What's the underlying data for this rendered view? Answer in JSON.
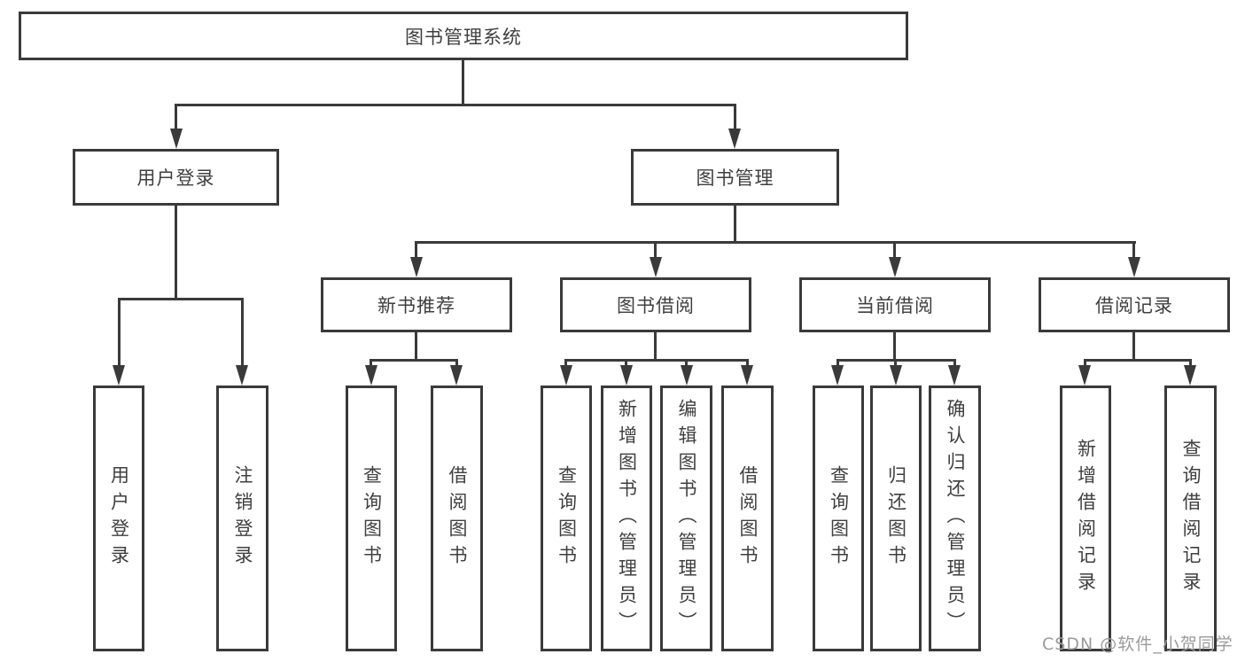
{
  "colors": {
    "line": "#3a3a3a",
    "text": "#3f3f3f",
    "background": "#ffffff",
    "watermark": "#9b9b9b"
  },
  "watermark": "CSDN @软件_小贺同学",
  "tree": {
    "root": "图书管理系统",
    "branches": [
      {
        "label": "用户登录",
        "children": [
          "用户登录",
          "注销登录"
        ]
      },
      {
        "label": "图书管理",
        "groups": [
          {
            "label": "新书推荐",
            "children": [
              "查询图书",
              "借阅图书"
            ]
          },
          {
            "label": "图书借阅",
            "children": [
              "查询图书",
              "新增图书（管理员）",
              "编辑图书（管理员）",
              "借阅图书"
            ]
          },
          {
            "label": "当前借阅",
            "children": [
              "查询图书",
              "归还图书",
              "确认归还（管理员）"
            ]
          },
          {
            "label": "借阅记录",
            "children": [
              "新增借阅记录",
              "查询借阅记录"
            ]
          }
        ]
      }
    ]
  }
}
